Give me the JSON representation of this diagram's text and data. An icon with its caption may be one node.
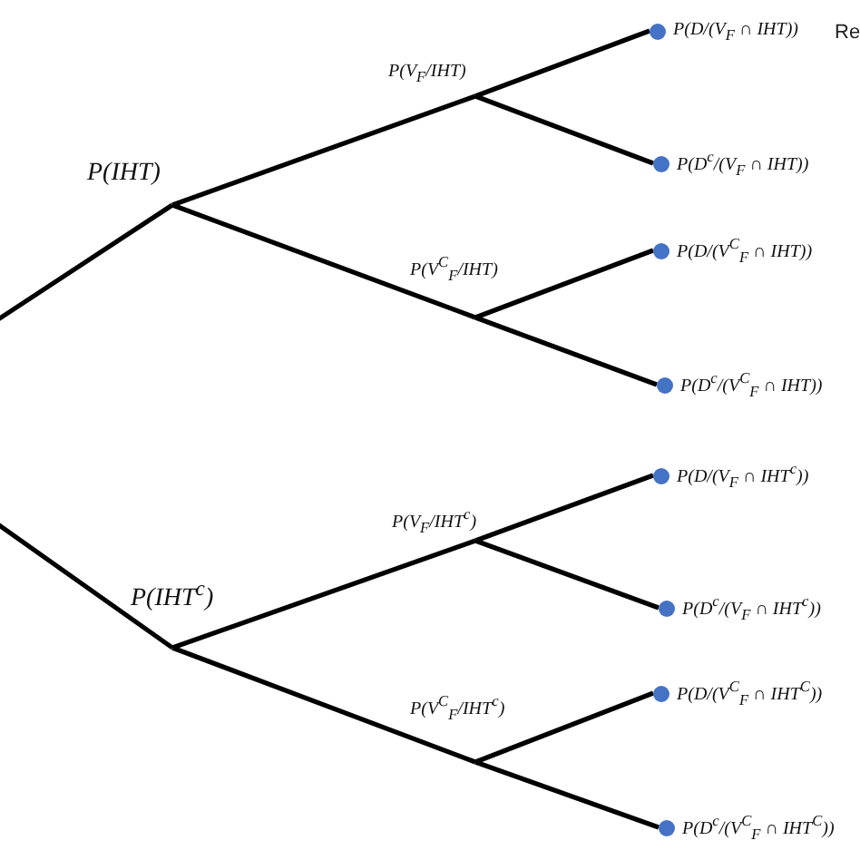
{
  "diagram": {
    "nodes": [
      {
        "text": [
          "P(IHT)"
        ]
      },
      {
        "text": [
          "P(V$_{F}$/IHT)"
        ]
      },
      {
        "text": [
          "P(D/(V$_{F}$ ∩ IHT))"
        ]
      },
      {
        "text": [
          "P(D$^{c}$/(V$_{F}$ ∩ IHT))"
        ]
      },
      {
        "text": [
          "P(V$^{C}$$_{F}$/IHT)"
        ]
      },
      {
        "text": [
          "P(D/(V$^{C}$$_{F}$ ∩ IHT))"
        ]
      },
      {
        "text": [
          "P(D$^{c}$/(V$^{C}$$_{F}$ ∩ IHT))"
        ]
      },
      {
        "text": [
          "P(IHT$^{c}$)"
        ]
      },
      {
        "text": [
          "P(V$_{F}$/IHT$^{c}$)"
        ]
      },
      {
        "text": [
          "P(D/(V$_{F}$ ∩ IHT$^{c}$))"
        ]
      },
      {
        "text": [
          "P(D$^{c}$/(V$_{F}$ ∩ IHT$^{c}$))"
        ]
      },
      {
        "text": [
          "P(V$^{C}$$_{F}$/IHT$^{c}$)"
        ]
      },
      {
        "text": [
          "P(D/(V$^{C}$$_{F}$ ∩ IHT$^{C}$))"
        ]
      },
      {
        "text": [
          "P(D$^{c}$/(V$^{C}$$_{F}$ ∩ IHT$^{C}$))"
        ]
      }
    ],
    "edges": [
      {
        "from": null,
        "to": 0,
        "arrow": "none"
      },
      {
        "from": 0,
        "to": 1,
        "arrow": "none"
      },
      {
        "from": 1,
        "to": 2,
        "arrow": "none"
      },
      {
        "from": 1,
        "to": 3,
        "arrow": "none"
      },
      {
        "from": 0,
        "to": 4,
        "arrow": "none"
      },
      {
        "from": 4,
        "to": 5,
        "arrow": "none"
      },
      {
        "from": 4,
        "to": 6,
        "arrow": "none"
      },
      {
        "from": null,
        "to": 7,
        "arrow": "none"
      },
      {
        "from": 7,
        "to": 8,
        "arrow": "none"
      },
      {
        "from": 8,
        "to": 9,
        "arrow": "none"
      },
      {
        "from": 8,
        "to": 10,
        "arrow": "none"
      },
      {
        "from": 7,
        "to": 11,
        "arrow": "none"
      },
      {
        "from": 11,
        "to": 12,
        "arrow": "none"
      },
      {
        "from": 11,
        "to": 13,
        "arrow": "none"
      }
    ],
    "labels": [
      "Re"
    ]
  }
}
